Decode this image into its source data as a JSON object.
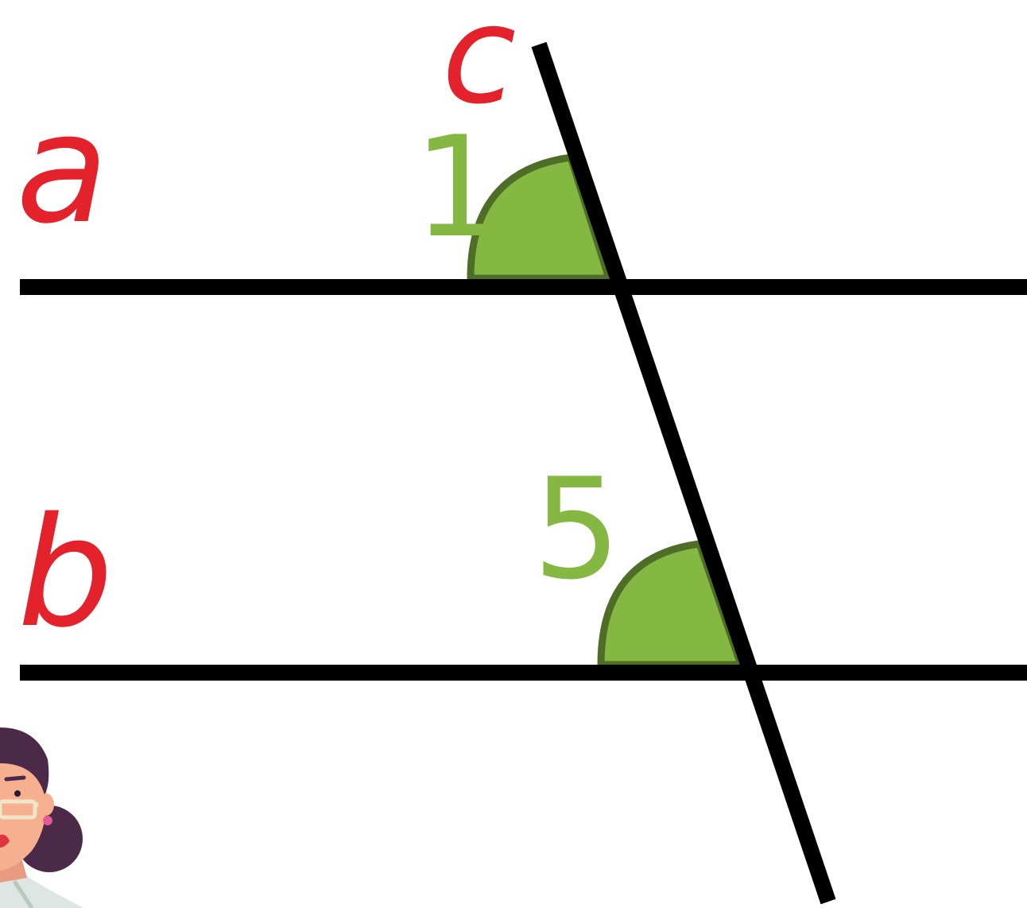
{
  "labels": {
    "line_a": "a",
    "line_b": "b",
    "line_c": "c",
    "angle_1": "1",
    "angle_5": "5"
  },
  "colors": {
    "line": "#000000",
    "line_label": "#e3222b",
    "angle_fill": "#84b842",
    "angle_stroke": "#4e6e27",
    "angle_label": "#84b842"
  },
  "decoration": {
    "character": "teacher-illustration"
  }
}
